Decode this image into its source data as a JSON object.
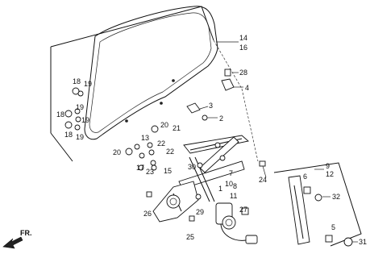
{
  "title": "",
  "callouts": {
    "c14": "14",
    "c16": "16",
    "c28": "28",
    "c4": "4",
    "c3": "3",
    "c2": "2",
    "c18a": "18",
    "c19a": "19",
    "c19b": "19",
    "c18b": "18",
    "c19c": "19",
    "c18c": "18",
    "c19d": "19",
    "c20a": "20",
    "c21": "21",
    "c13": "13",
    "c22a": "22",
    "c22b": "22",
    "c20b": "20",
    "c17": "17",
    "c23": "23",
    "c15": "15",
    "c30": "30",
    "c7": "7",
    "c10": "10",
    "c8": "8",
    "c1": "1",
    "c11": "11",
    "c24": "24",
    "c26": "26",
    "c29": "29",
    "c27": "27",
    "c25": "25",
    "c9": "9",
    "c12": "12",
    "c6": "6",
    "c32": "32",
    "c5": "5",
    "c31": "31"
  },
  "direction_label": "FR."
}
